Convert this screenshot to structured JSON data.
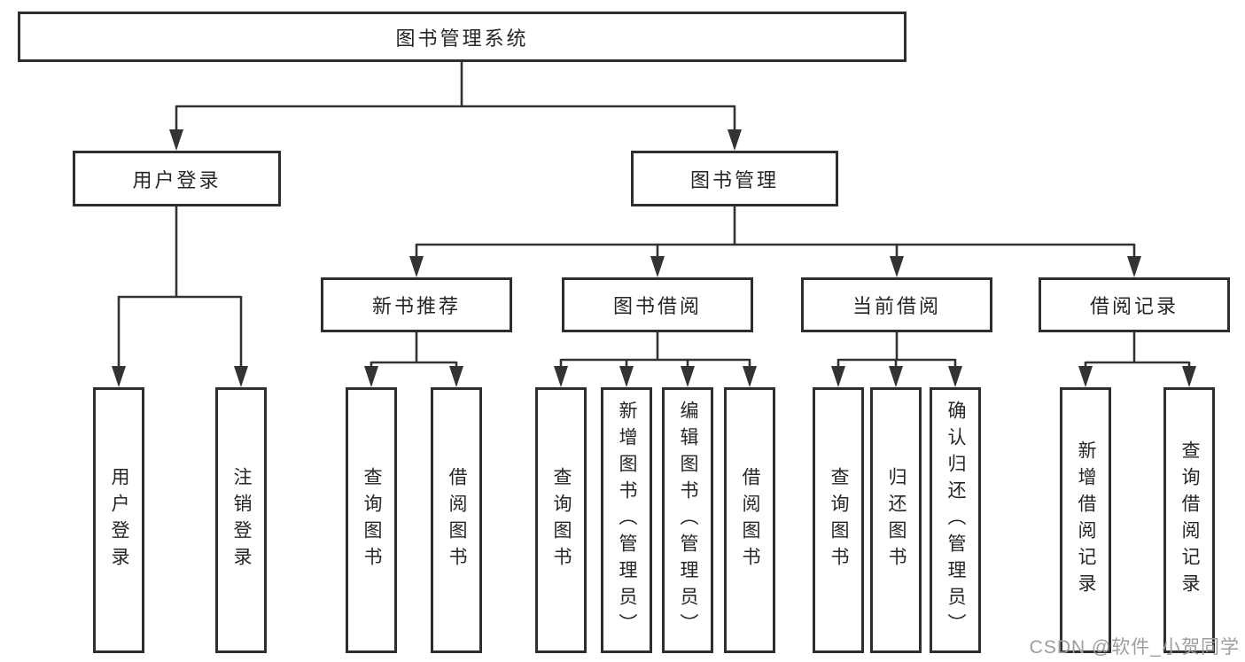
{
  "colors": {
    "line": "#333333",
    "box_border": "#2e2e2e",
    "text": "#262626",
    "watermark": "#9d9d9d",
    "background": "#ffffff"
  },
  "watermark": "CSDN @软件_小贺同学",
  "tree": {
    "root": "图书管理系统",
    "level2": [
      {
        "label": "用户登录",
        "children": [
          "用户登录",
          "注销登录"
        ]
      },
      {
        "label": "图书管理",
        "children": [
          {
            "label": "新书推荐",
            "children": [
              "查询图书",
              "借阅图书"
            ]
          },
          {
            "label": "图书借阅",
            "children": [
              "查询图书",
              "新增图书（管理员）",
              "编辑图书（管理员）",
              "借阅图书"
            ]
          },
          {
            "label": "当前借阅",
            "children": [
              "查询图书",
              "归还图书",
              "确认归还（管理员）"
            ]
          },
          {
            "label": "借阅记录",
            "children": [
              "新增借阅记录",
              "查询借阅记录"
            ]
          }
        ]
      }
    ]
  }
}
